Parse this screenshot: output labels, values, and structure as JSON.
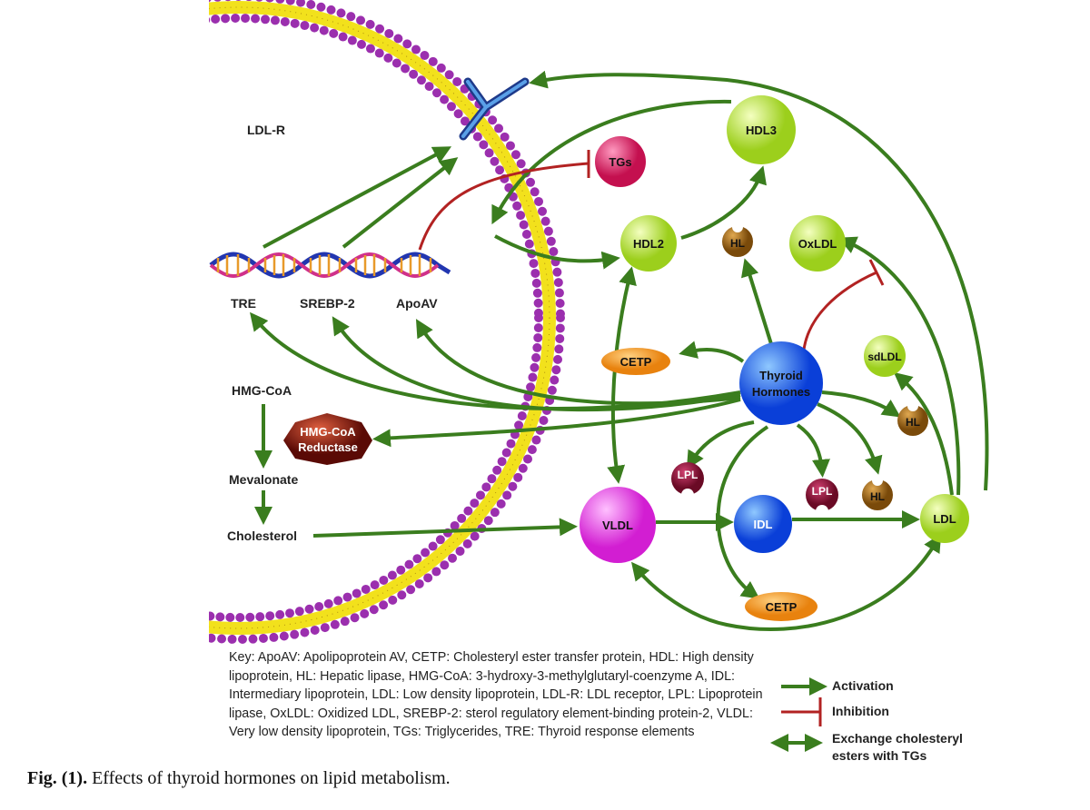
{
  "diagram": {
    "labels": {
      "ldlr": "LDL-R",
      "tre": "TRE",
      "srebp2": "SREBP-2",
      "apoav": "ApoAV",
      "hmgcoa": "HMG-CoA",
      "mevalonate": "Mevalonate",
      "cholesterol": "Cholesterol"
    },
    "nodes": {
      "tgs": "TGs",
      "hdl3": "HDL3",
      "hdl2": "HDL2",
      "hl1": "HL",
      "oxldl": "OxLDL",
      "cetp1": "CETP",
      "thyroid1": "Thyroid",
      "thyroid2": "Hormones",
      "sdldl": "sdLDL",
      "hl2": "HL",
      "reductase1": "HMG-CoA",
      "reductase2": "Reductase",
      "lpl1": "LPL",
      "lpl2": "LPL",
      "hl3": "HL",
      "vldl": "VLDL",
      "idl": "IDL",
      "ldl": "LDL",
      "cetp2": "CETP"
    },
    "colors": {
      "activation": "#3a7d1e",
      "inhibition": "#b22222",
      "membrane_head": "#9b2fae",
      "membrane_tail": "#f2e11c"
    }
  },
  "key": "Key: ApoAV: Apolipoprotein AV, CETP: Cholesteryl ester transfer protein, HDL: High density lipoprotein, HL: Hepatic lipase, HMG-CoA: 3-hydroxy-3-methylglutaryl-coenzyme A, IDL: Intermediary lipoprotein, LDL: Low density lipoprotein, LDL-R: LDL receptor, LPL: Lipoprotein lipase, OxLDL: Oxidized LDL, SREBP-2: sterol regulatory element-binding protein-2, VLDL: Very low density lipoprotein, TGs: Triglycerides, TRE: Thyroid response elements",
  "legend": {
    "activation": "Activation",
    "inhibition": "Inhibition",
    "exchange1": "Exchange cholesteryl",
    "exchange2": "esters with TGs"
  },
  "caption": {
    "label": "Fig. (1).",
    "text": " Effects of thyroid hormones on lipid metabolism."
  }
}
